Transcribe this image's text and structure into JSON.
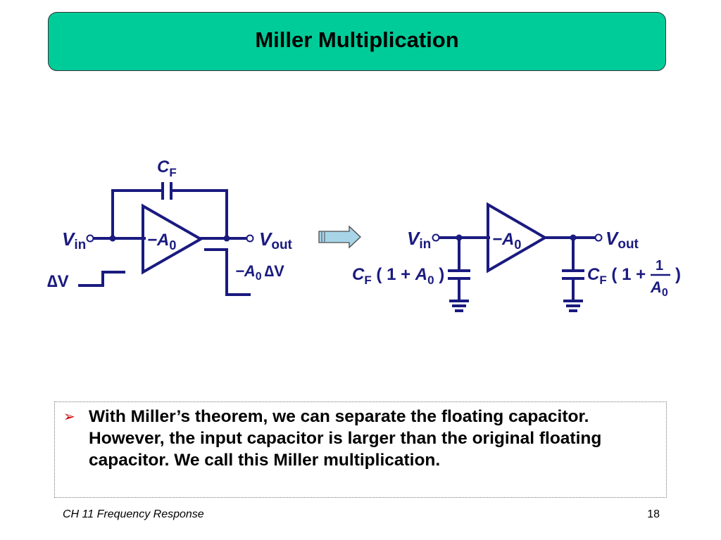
{
  "slide": {
    "title": "Miller Multiplication"
  },
  "colors": {
    "title_bar": "#00cc99",
    "circuit": "#1a1a80",
    "bullet": "#cc0000",
    "arrow_fill": "#a8d4e8"
  },
  "left_circuit": {
    "feedback_cap_main": "C",
    "feedback_cap_sub": "F",
    "input_main": "V",
    "input_sub": "in",
    "output_main": "V",
    "output_sub": "out",
    "amp_main": "−A",
    "amp_sub": "0",
    "input_step": "∆V",
    "output_step_main": "−A",
    "output_step_sub": "0",
    "output_step_tail": "∆V"
  },
  "arrow": {
    "icon": "right-arrow-icon"
  },
  "right_circuit": {
    "input_main": "V",
    "input_sub": "in",
    "output_main": "V",
    "output_sub": "out",
    "amp_main": "−A",
    "amp_sub": "0",
    "input_cap_main": "C",
    "input_cap_sub": "F",
    "input_cap_expr_open": " ( 1 + ",
    "input_cap_expr_A": "A",
    "input_cap_expr_sub": "0",
    "input_cap_expr_close": " )",
    "output_cap_main": "C",
    "output_cap_sub": "F",
    "output_cap_expr_open": " ( 1 + ",
    "output_cap_frac_num": "1",
    "output_cap_frac_den_main": "A",
    "output_cap_frac_den_sub": "0",
    "output_cap_expr_close": ")"
  },
  "bullet": {
    "marker": "➢",
    "text": "With Miller’s theorem, we can separate the floating capacitor.  However, the input capacitor is larger than the original floating capacitor.  We call this Miller multiplication."
  },
  "footer": {
    "left": "CH 11 Frequency Response",
    "page_number": "18"
  }
}
